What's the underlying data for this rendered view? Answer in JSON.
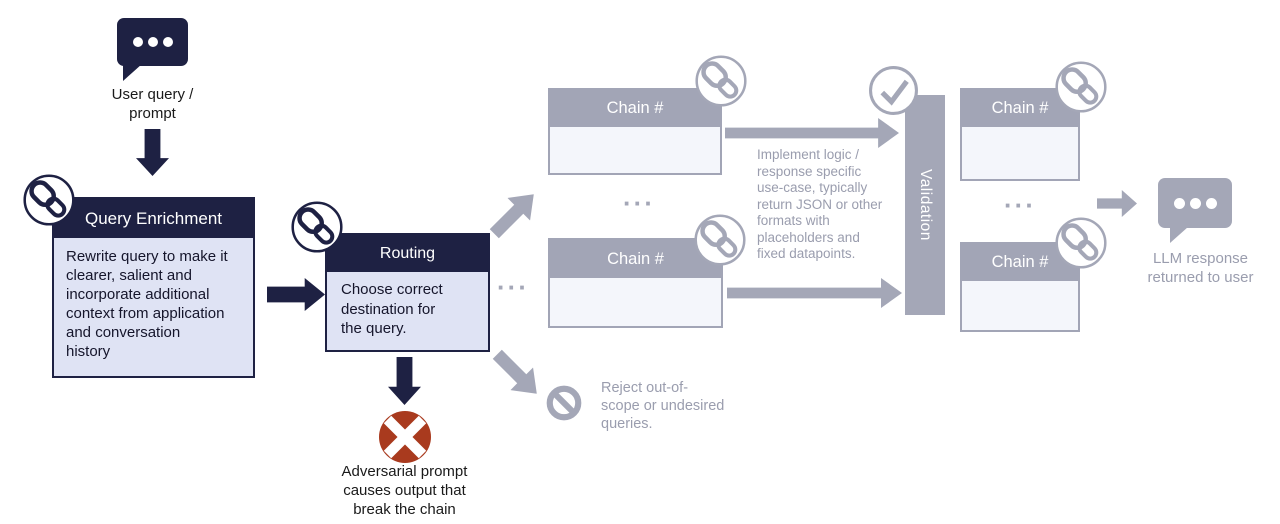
{
  "colors": {
    "navy": "#1e2143",
    "gray": "#a4a7b7",
    "box_fill_lavender": "#dfe3f4",
    "box_fill_light": "#f4f6fb",
    "error_red": "#a93a1e",
    "gray_text": "#9a9dae",
    "dark_text": "#1a1a1a"
  },
  "nodes": {
    "user_query": {
      "label": "User query /\nprompt"
    },
    "query_enrichment": {
      "title": "Query Enrichment",
      "body": "Rewrite query to make it\nclearer, salient and\nincorporate additional\ncontext from application\nand conversation\nhistory"
    },
    "routing": {
      "title": "Routing",
      "body": "Choose correct\ndestination for\nthe query."
    },
    "chain_top_left": {
      "title": "Chain #"
    },
    "chain_bottom_left": {
      "title": "Chain #"
    },
    "chain_top_right": {
      "title": "Chain #"
    },
    "chain_bottom_right": {
      "title": "Chain #"
    },
    "validation": {
      "label": "Validation"
    },
    "llm_response": {
      "label": "LLM response\nreturned to user"
    }
  },
  "annotations": {
    "implement_note": "Implement logic /\nresponse specific\nuse-case, typically\nreturn JSON or other\nformats with\nplaceholders and\nfixed datapoints.",
    "reject_note": "Reject out-of-\nscope or undesired\nqueries.",
    "adversarial_note": "Adversarial prompt\ncauses output that\nbreak the chain",
    "ellipsis_routing": "···",
    "ellipsis_left_chains": "···",
    "ellipsis_right_chains": "···"
  }
}
